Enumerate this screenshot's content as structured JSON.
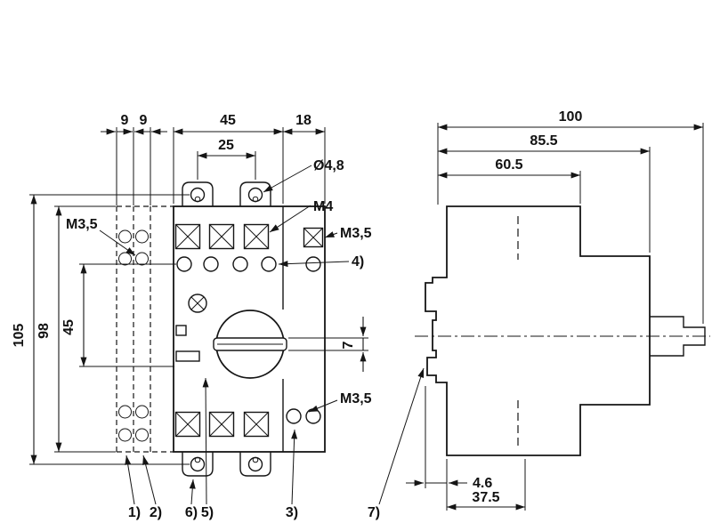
{
  "front": {
    "dims": {
      "n9a": "9",
      "n9b": "9",
      "n45top": "45",
      "n18": "18",
      "n25": "25",
      "n105": "105",
      "n98": "98",
      "n45left": "45",
      "n7": "7"
    },
    "labels": {
      "dia": "Ø4,8",
      "m4": "M4",
      "m35r": "M3,5",
      "m35l": "M3,5",
      "m35b": "M3,5"
    },
    "refs": {
      "r1": "1)",
      "r2": "2)",
      "r3": "3)",
      "r4": "4)",
      "r5": "5)",
      "r6": "6)"
    }
  },
  "side": {
    "dims": {
      "n100": "100",
      "n855": "85.5",
      "n605": "60.5",
      "n46": "4.6",
      "n375": "37.5"
    },
    "refs": {
      "r7": "7)"
    }
  }
}
